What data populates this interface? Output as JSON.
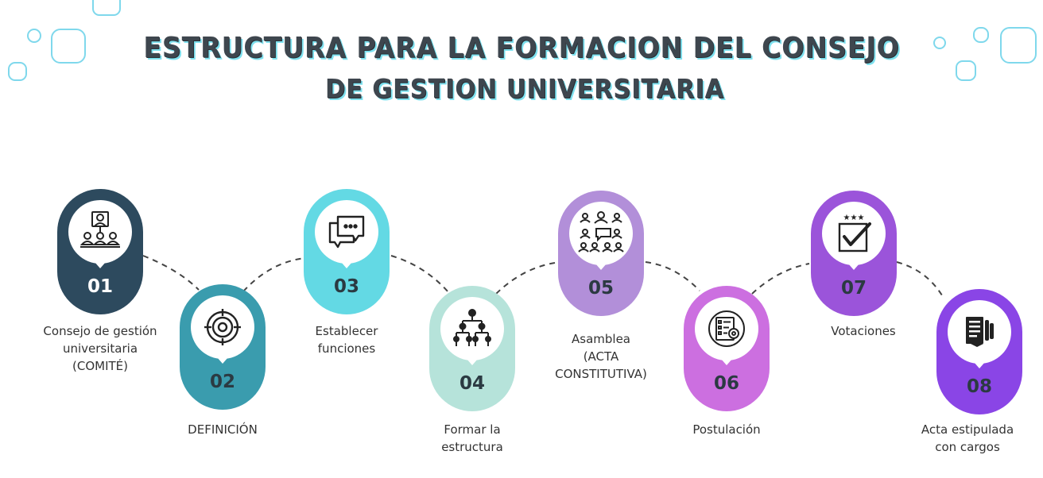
{
  "title": {
    "line1": "ESTRUCTURA PARA LA FORMACION DEL CONSEJO",
    "line2": "DE GESTION UNIVERSITARIA"
  },
  "colors": {
    "deco": "#7fd8ec",
    "connector": "#444444"
  },
  "steps": [
    {
      "number": "01",
      "label": "Consejo de gestión\nuniversitaria\n(COMITÉ)",
      "color": "#2d4a5e",
      "number_color": "#ffffff",
      "icon": "committee-icon"
    },
    {
      "number": "02",
      "label": "DEFINICIÓN",
      "color": "#3a9cae",
      "number_color": "#2b3a42",
      "icon": "target-icon"
    },
    {
      "number": "03",
      "label": "Establecer\nfunciones",
      "color": "#63d9e4",
      "number_color": "#2b3a42",
      "icon": "chat-icon"
    },
    {
      "number": "04",
      "label": "Formar la\nestructura",
      "color": "#b6e3da",
      "number_color": "#2b3a42",
      "icon": "org-chart-icon"
    },
    {
      "number": "05",
      "label": "Asamblea\n(ACTA\nCONSTITUTIVA)",
      "color": "#b28fd9",
      "number_color": "#2b3a42",
      "icon": "assembly-icon"
    },
    {
      "number": "06",
      "label": "Postulación",
      "color": "#cc6fe0",
      "number_color": "#2b3a42",
      "icon": "application-form-icon"
    },
    {
      "number": "07",
      "label": "Votaciones",
      "color": "#9b54da",
      "number_color": "#2b3a42",
      "icon": "ballot-icon"
    },
    {
      "number": "08",
      "label": "Acta estipulada\ncon cargos",
      "color": "#8a45e6",
      "number_color": "#2b3a42",
      "icon": "document-icon"
    }
  ]
}
